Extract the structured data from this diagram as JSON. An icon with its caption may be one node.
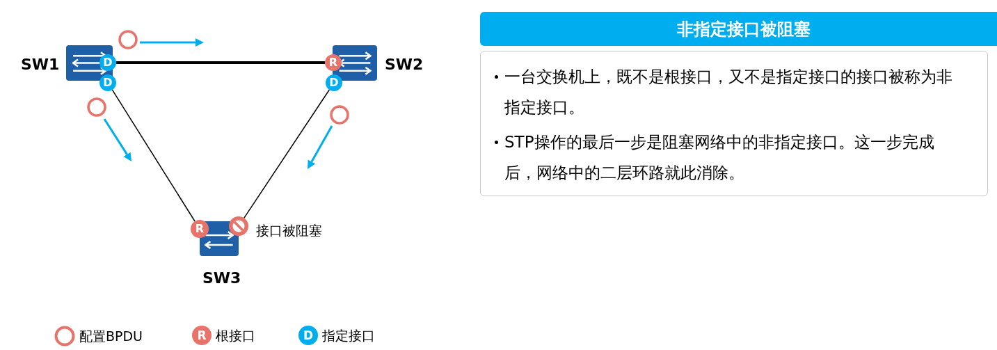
{
  "diagram": {
    "nodes": [
      {
        "text": [
          "SW1"
        ]
      },
      {
        "text": [
          "SW2"
        ]
      },
      {
        "text": [
          "SW3"
        ]
      },
      {
        "text": [
          "D"
        ]
      },
      {
        "text": [
          "D"
        ]
      },
      {
        "text": [
          "R"
        ]
      },
      {
        "text": [
          "D"
        ]
      },
      {
        "text": [
          "R"
        ]
      },
      {
        "text": [],
        "shape": "circle",
        "beside": [
          "接口被阻塞"
        ]
      },
      {
        "text": [
          "非指定接口被阻塞"
        ]
      },
      {
        "text": [
          "一台交换机上，既不是根接口，又不是指定接口的接口被称为非指定接口。",
          "STP操作的最后一步是阻塞网络中的非指定接口。这一步完成后，网络中的二层环路就此消除。"
        ]
      },
      {
        "text": [
          "R"
        ]
      },
      {
        "text": [
          "D"
        ]
      }
    ],
    "edges": [
      {
        "from": 3,
        "to": 5,
        "arrow": "none",
        "style": "thick"
      },
      {
        "from": 4,
        "to": 7,
        "arrow": "none"
      },
      {
        "from": 6,
        "to": 8,
        "arrow": "none"
      }
    ],
    "legend": [
      {
        "text": "配置BPDU"
      },
      {
        "text": "根接口"
      },
      {
        "text": "指定接口"
      }
    ]
  }
}
